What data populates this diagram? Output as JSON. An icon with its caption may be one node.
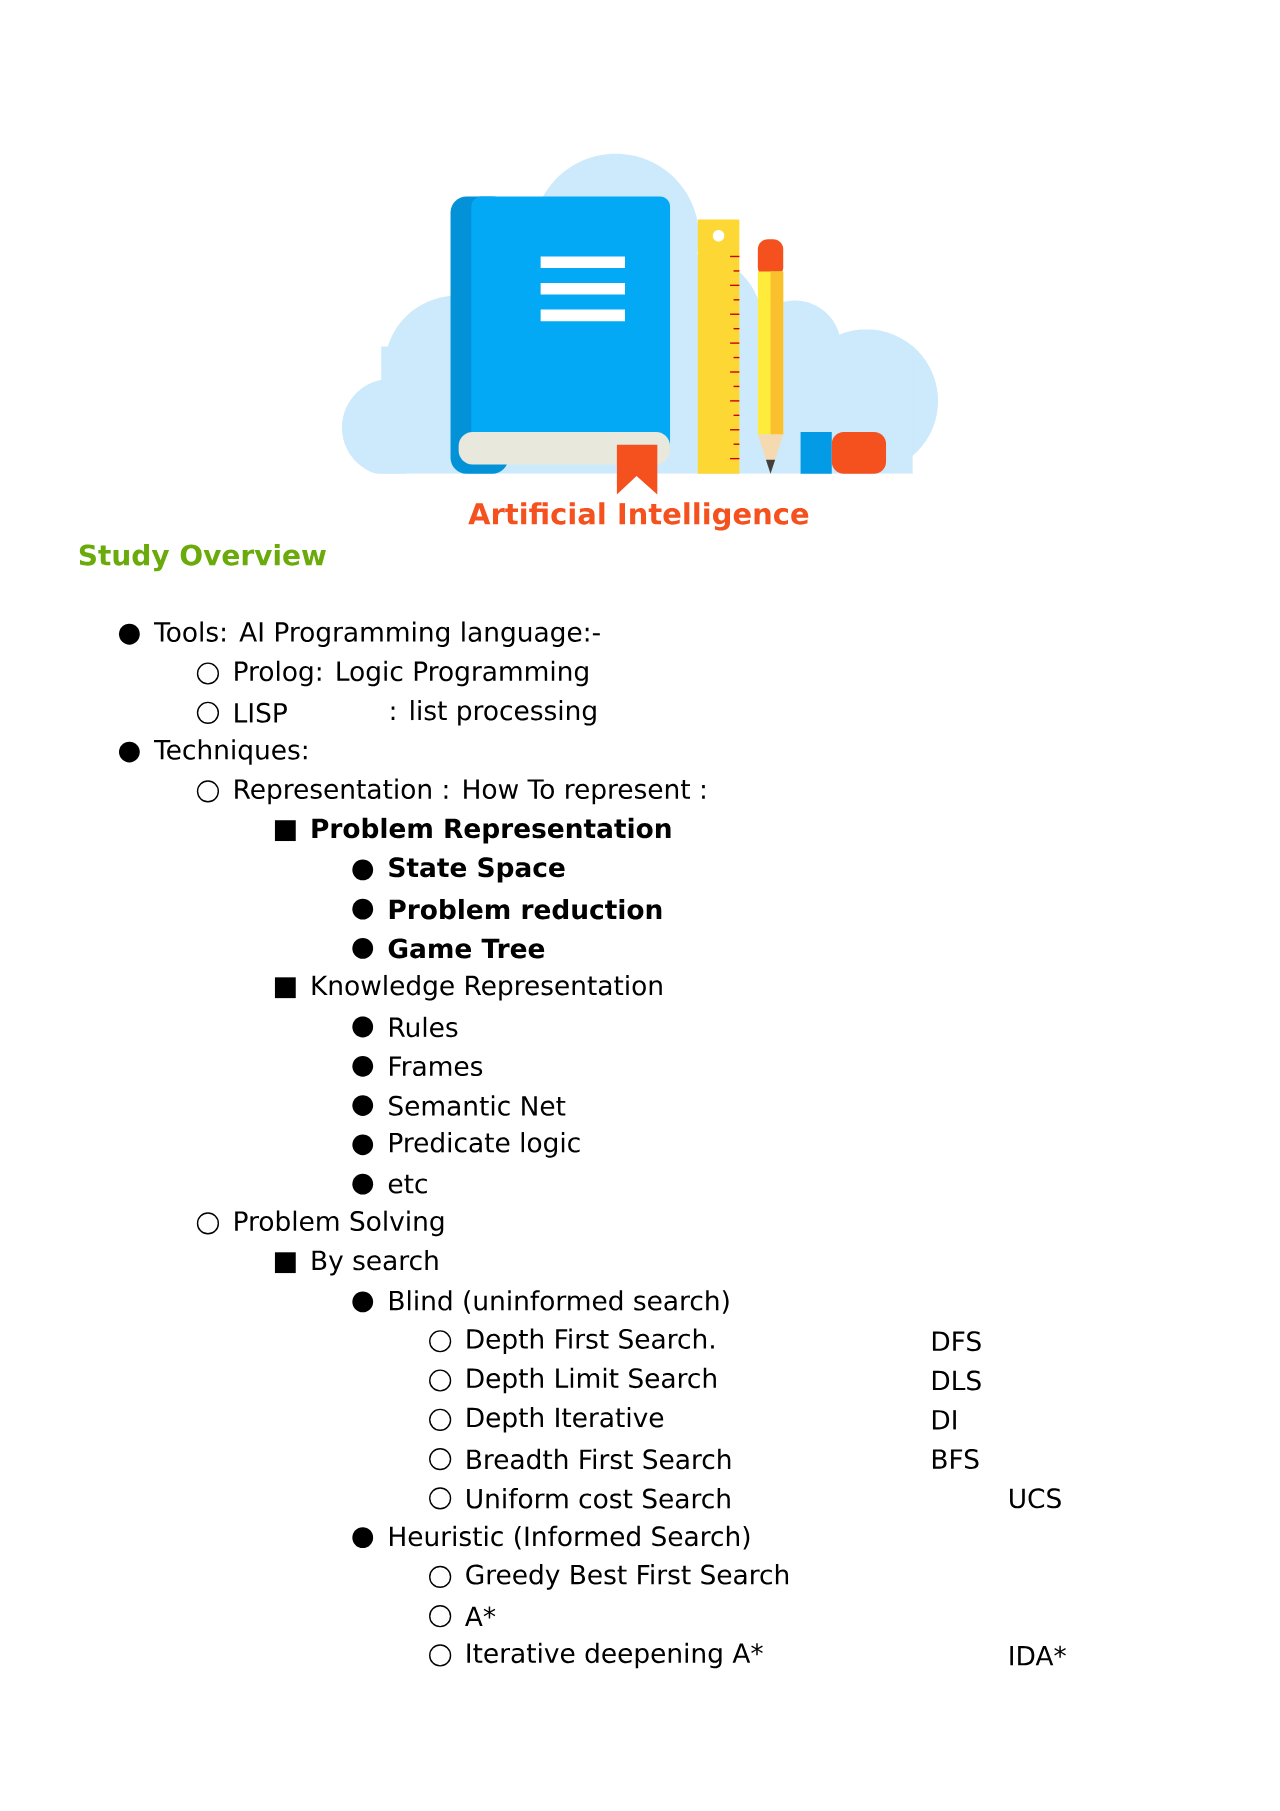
{
  "diagram": {
    "title": "Artificial Intelligence",
    "labels": [
      "Study Overview",
      "Tools: AI Programming language:-",
      "Prolog: Logic Programming",
      "LISP",
      ": list processing",
      "Techniques:",
      "Representation : How To represent :",
      "Problem Representation",
      "State Space",
      "Problem reduction",
      "Game Tree",
      "Knowledge Representation",
      "Rules",
      "Frames",
      "Semantic Net",
      "Predicate logic",
      "etc",
      "Problem Solving",
      "By search",
      "Blind (uninformed search)",
      "Depth First Search.",
      "DFS",
      "Depth Limit Search",
      "DLS",
      "Depth Iterative",
      "DI",
      "Breadth First Search",
      "BFS",
      "Uniform cost Search",
      "UCS",
      "Heuristic (Informed Search)",
      "Greedy Best First Search",
      "A*",
      "Iterative deepening A*",
      "IDA*"
    ]
  }
}
